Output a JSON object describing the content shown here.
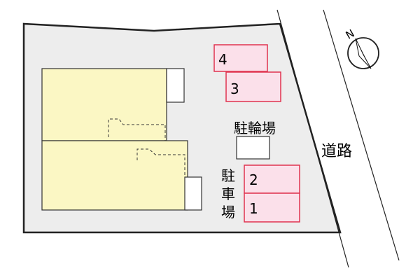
{
  "map": {
    "compass": {
      "north_label": "N"
    },
    "road_label": "道路",
    "bicycle_parking_label": "駐輪場",
    "parking_label_chars": [
      "駐",
      "車",
      "場"
    ],
    "parking_spaces": [
      {
        "number": "4"
      },
      {
        "number": "3"
      },
      {
        "number": "2"
      },
      {
        "number": "1"
      }
    ],
    "colors": {
      "lot": "#ededed",
      "building": "#fbf7c4",
      "parking_fill": "#fbe0ea",
      "parking_stroke": "#e0334f"
    }
  }
}
